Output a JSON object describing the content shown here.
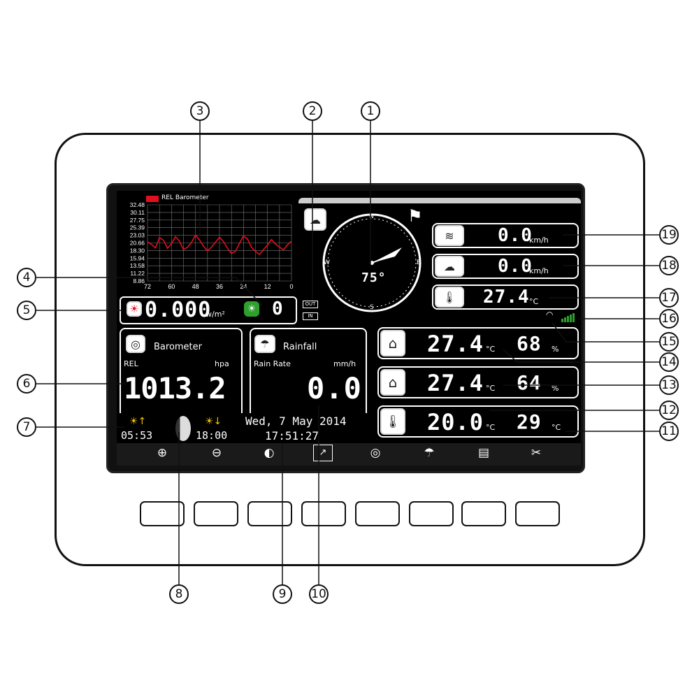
{
  "callouts": [
    "1",
    "2",
    "3",
    "4",
    "5",
    "6",
    "7",
    "8",
    "9",
    "10",
    "11",
    "12",
    "13",
    "14",
    "15",
    "16",
    "17",
    "18",
    "19"
  ],
  "barometer_chart": {
    "legend": "REL Barometer",
    "y_ticks": [
      "32.48",
      "30.11",
      "27.75",
      "25.39",
      "23.03",
      "20.66",
      "18.30",
      "15.94",
      "13.58",
      "11.22",
      "8.86"
    ],
    "x_ticks": [
      "72",
      "60",
      "48",
      "36",
      "24",
      "12",
      "0"
    ]
  },
  "chart_data": {
    "type": "line",
    "title": "",
    "legend": "REL Barometer",
    "x": [
      72,
      70,
      68,
      66,
      64,
      62,
      60,
      58,
      56,
      54,
      52,
      50,
      48,
      46,
      44,
      42,
      40,
      38,
      36,
      34,
      32,
      30,
      28,
      26,
      24,
      22,
      20,
      18,
      16,
      14,
      12,
      10,
      8,
      6,
      4,
      2,
      0
    ],
    "y_ticks": [
      32.48,
      30.11,
      27.75,
      25.39,
      23.03,
      20.66,
      18.3,
      15.94,
      13.58,
      11.22,
      8.86
    ],
    "series": [
      {
        "values": [
          21.0,
          20.2,
          19.1,
          22.3,
          21.5,
          19.0,
          20.4,
          22.6,
          21.2,
          18.6,
          19.3,
          20.8,
          23.1,
          21.6,
          19.7,
          18.2,
          19.4,
          20.9,
          22.4,
          21.1,
          19.0,
          17.4,
          18.1,
          20.5,
          22.8,
          21.9,
          19.3,
          18.0,
          17.1,
          18.6,
          20.0,
          21.7,
          20.3,
          19.4,
          18.5,
          20.1,
          21.2
        ]
      }
    ],
    "ylim": [
      8.86,
      32.48
    ],
    "xlim": [
      72,
      0
    ],
    "color": "#e01020"
  },
  "solar": {
    "value": "0.000",
    "unit": "w/m²",
    "uvi": "0"
  },
  "battery": {
    "out": "OUT",
    "in": "IN"
  },
  "barometer": {
    "title": "Barometer",
    "rel": "REL",
    "unit": "hpa",
    "value": "1013.2"
  },
  "rainfall": {
    "title": "Rainfall",
    "sub": "Rain Rate",
    "unit": "mm/h",
    "value": "0.0"
  },
  "sun": {
    "rise": "05:53",
    "set": "18:00"
  },
  "datetime": {
    "date": "Wed, 7 May 2014",
    "time": "17:51:27"
  },
  "compass": {
    "n": "N",
    "e": "E",
    "s": "S",
    "w": "W",
    "deg": "75°"
  },
  "wind": {
    "speed": "0.0",
    "speed_unit": "km/h",
    "gust": "0.0",
    "gust_unit": "km/h",
    "chill": "27.4",
    "chill_unit": "°C"
  },
  "indoor": {
    "temp": "27.4",
    "temp_unit": "°C",
    "hum": "68",
    "hum_unit": "%"
  },
  "outdoor": {
    "temp": "27.4",
    "temp_unit": "°C",
    "hum": "64",
    "hum_unit": "%"
  },
  "dew": {
    "temp": "20.0",
    "temp_unit": "°C",
    "feels": "29",
    "feels_unit": "°C"
  },
  "toolbar": [
    "plus-icon",
    "minus-icon",
    "contrast-icon",
    "graph-icon",
    "barometer-icon",
    "rain-icon",
    "log-icon",
    "tools-icon"
  ],
  "colors": {
    "line": "#e01020",
    "accent_green": "#2da02d",
    "screen": "#000000"
  }
}
